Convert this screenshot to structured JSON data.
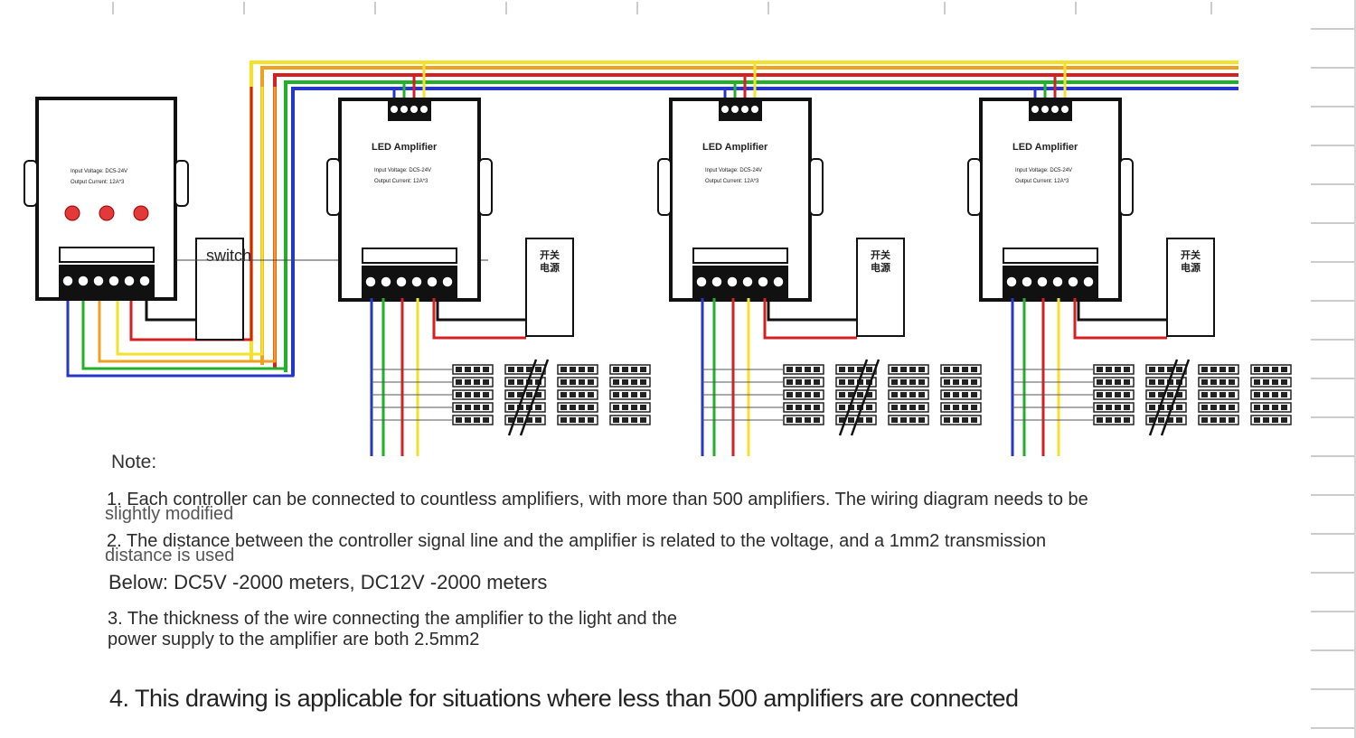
{
  "diagram": {
    "controller": {
      "label_voltage": "Input Voltage: DC5-24V",
      "label_current": "Output Current: 12A*3"
    },
    "amplifiers": [
      {
        "title": "LED Amplifier",
        "label_voltage": "Input Voltage: DC5-24V",
        "label_current": "Output Current: 12A*3"
      },
      {
        "title": "LED Amplifier",
        "label_voltage": "Input Voltage: DC5-24V",
        "label_current": "Output Current: 12A*3"
      },
      {
        "title": "LED Amplifier",
        "label_voltage": "Input Voltage: DC5-24V",
        "label_current": "Output Current: 12A*3"
      }
    ],
    "switch_label": "switch",
    "psu_label": "开关\n电源",
    "colors": {
      "yellow": "#f2e22a",
      "red": "#d42020",
      "green": "#22b02a",
      "blue": "#2636c8",
      "orange": "#f0a020",
      "black": "#111111",
      "button": "#e23a3a"
    }
  },
  "notes": {
    "heading": "Note:",
    "line1": "1. Each controller can be connected to countless amplifiers, with more than 500 amplifiers. The wiring diagram needs to be",
    "line1b": "slightly modified",
    "line2": "2. The distance between the controller signal line and the amplifier is related to the voltage, and a 1mm2 transmission",
    "line2b": "distance is used",
    "below": "Below: DC5V -2000 meters, DC12V -2000 meters",
    "line3": "3. The thickness of the wire connecting the amplifier to the light and the power supply to the amplifier are both 2.5mm2",
    "line4": "4. This drawing is applicable for situations where less than 500 amplifiers are connected"
  }
}
